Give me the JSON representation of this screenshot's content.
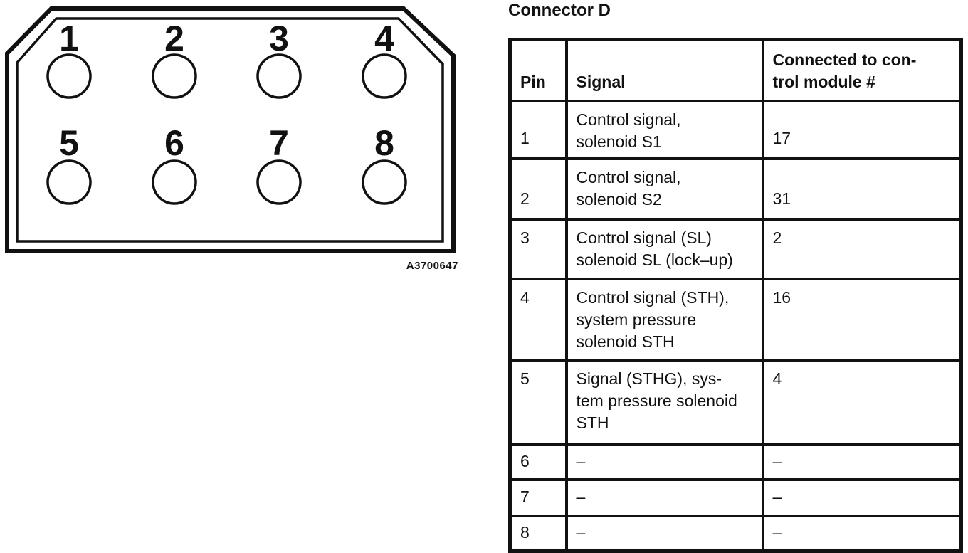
{
  "page": {
    "background": "#ffffff",
    "ink": "#111111"
  },
  "title": "Connector D",
  "diagram": {
    "description": "connector-front-view",
    "pins": [
      "1",
      "2",
      "3",
      "4",
      "5",
      "6",
      "7",
      "8"
    ],
    "ref_label": "A3700647"
  },
  "table": {
    "headers": {
      "pin": "Pin",
      "signal": "Signal",
      "module": "Connected to con-\ntrol module #"
    },
    "rows": [
      {
        "pin": "1",
        "signal": "Control signal,\nsolenoid S1",
        "module": "17"
      },
      {
        "pin": "2",
        "signal": "Control signal,\nsolenoid S2",
        "module": "31"
      },
      {
        "pin": "3",
        "signal": "Control signal (SL)\nsolenoid SL (lock–up)",
        "module": "2"
      },
      {
        "pin": "4",
        "signal": "Control signal (STH),\nsystem pressure\nsolenoid STH",
        "module": "16"
      },
      {
        "pin": "5",
        "signal": "Signal (STHG), sys-\ntem pressure solenoid\nSTH",
        "module": "4"
      },
      {
        "pin": "6",
        "signal": "–",
        "module": "–"
      },
      {
        "pin": "7",
        "signal": "–",
        "module": "–"
      },
      {
        "pin": "8",
        "signal": "–",
        "module": "–"
      }
    ]
  }
}
